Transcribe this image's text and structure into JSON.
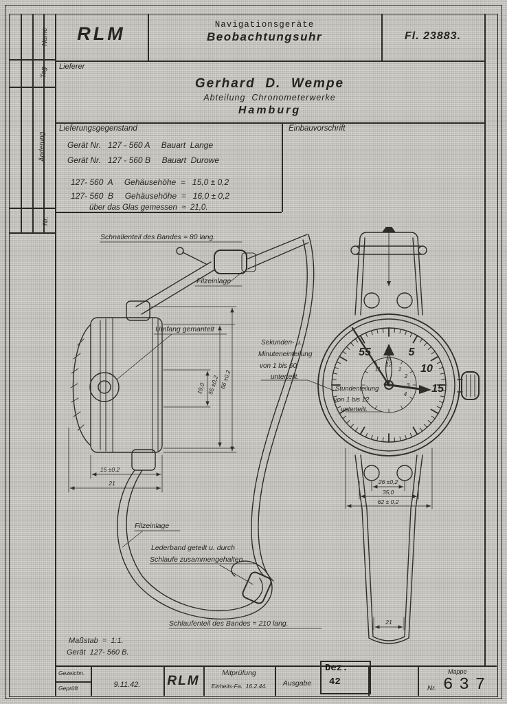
{
  "margin": {
    "labels": [
      "Name",
      "Tag",
      "Änderung",
      "Nr."
    ]
  },
  "header": {
    "org": "RLM",
    "category": "Navigationsgeräte",
    "title": "Beobachtungsuhr",
    "number": "Fl. 23883."
  },
  "supplier": {
    "label": "Lieferer",
    "name": "Gerhard  D.  Wempe",
    "department": "Abteilung  Chronometerwerke",
    "city": "Hamburg"
  },
  "delivery": {
    "label": "Lieferungsgegenstand",
    "device_a": "Gerät Nr.   127 - 560 A     Bauart  Lange",
    "device_b": "Gerät Nr.   127 - 560 B     Bauart  Durowe",
    "height_a": "127- 560  A     Gehäusehöhe  =   15,0 ± 0,2",
    "height_b": "127- 560  B     Gehäusehöhe  =   16,0 ± 0,2",
    "glass_note": "über das Glas gemessen  ≈  21,0."
  },
  "installation": {
    "label": "Einbauvorschrift"
  },
  "drawing": {
    "buckle_note": "Schnallenteil des Bandes  =  80 lang.",
    "felt_top": "Filzeinlage",
    "felt_bottom": "Filzeinlage",
    "circumference_note": "Umfang gemantelt",
    "strap_note_line1": "Lederband geteilt u. durch",
    "strap_note_line2": "Schlaufe zusammengehalten.",
    "loop_note": "Schlaufenteil des Bandes  =  210 lang.",
    "seconds_note": [
      "Sekunden- u.",
      "Minuteneinteilung",
      "von 1 bis 60",
      "unterteilt."
    ],
    "hours_note": [
      "Stundenteilung",
      "von 1 bis 12",
      "unterteilt."
    ],
    "dial_numbers": [
      "55",
      "5",
      "10",
      "15"
    ],
    "hour_numbers": [
      "11",
      "12",
      "1",
      "2",
      "3",
      "4"
    ],
    "dims": {
      "crown_span": "19,0",
      "case_diameter": "55 ±0,2",
      "overall": "66 ±0,2",
      "case_height": "15 ±0,2",
      "glass_height": "21",
      "lug_inner": "26 ±0,2",
      "lug_outer": "35,0",
      "width_over_crown": "62 ± 0,2",
      "strap_end": "21"
    }
  },
  "notes": {
    "scale": "Maßstab  =  1:1.",
    "device": "Gerät  127- 560 B."
  },
  "title_block": {
    "drawn": "Gezeichn.",
    "checked": "Geprüft",
    "date": "9.11.42.",
    "org": "RLM",
    "co_check": "Mitprüfung",
    "co_check_detail": "Einheits-Fa.  16.2.44.",
    "issue": "Ausgabe",
    "month": "Dez.",
    "year": "42",
    "folder": "Mappe",
    "no": "Nr.",
    "number": "637"
  }
}
